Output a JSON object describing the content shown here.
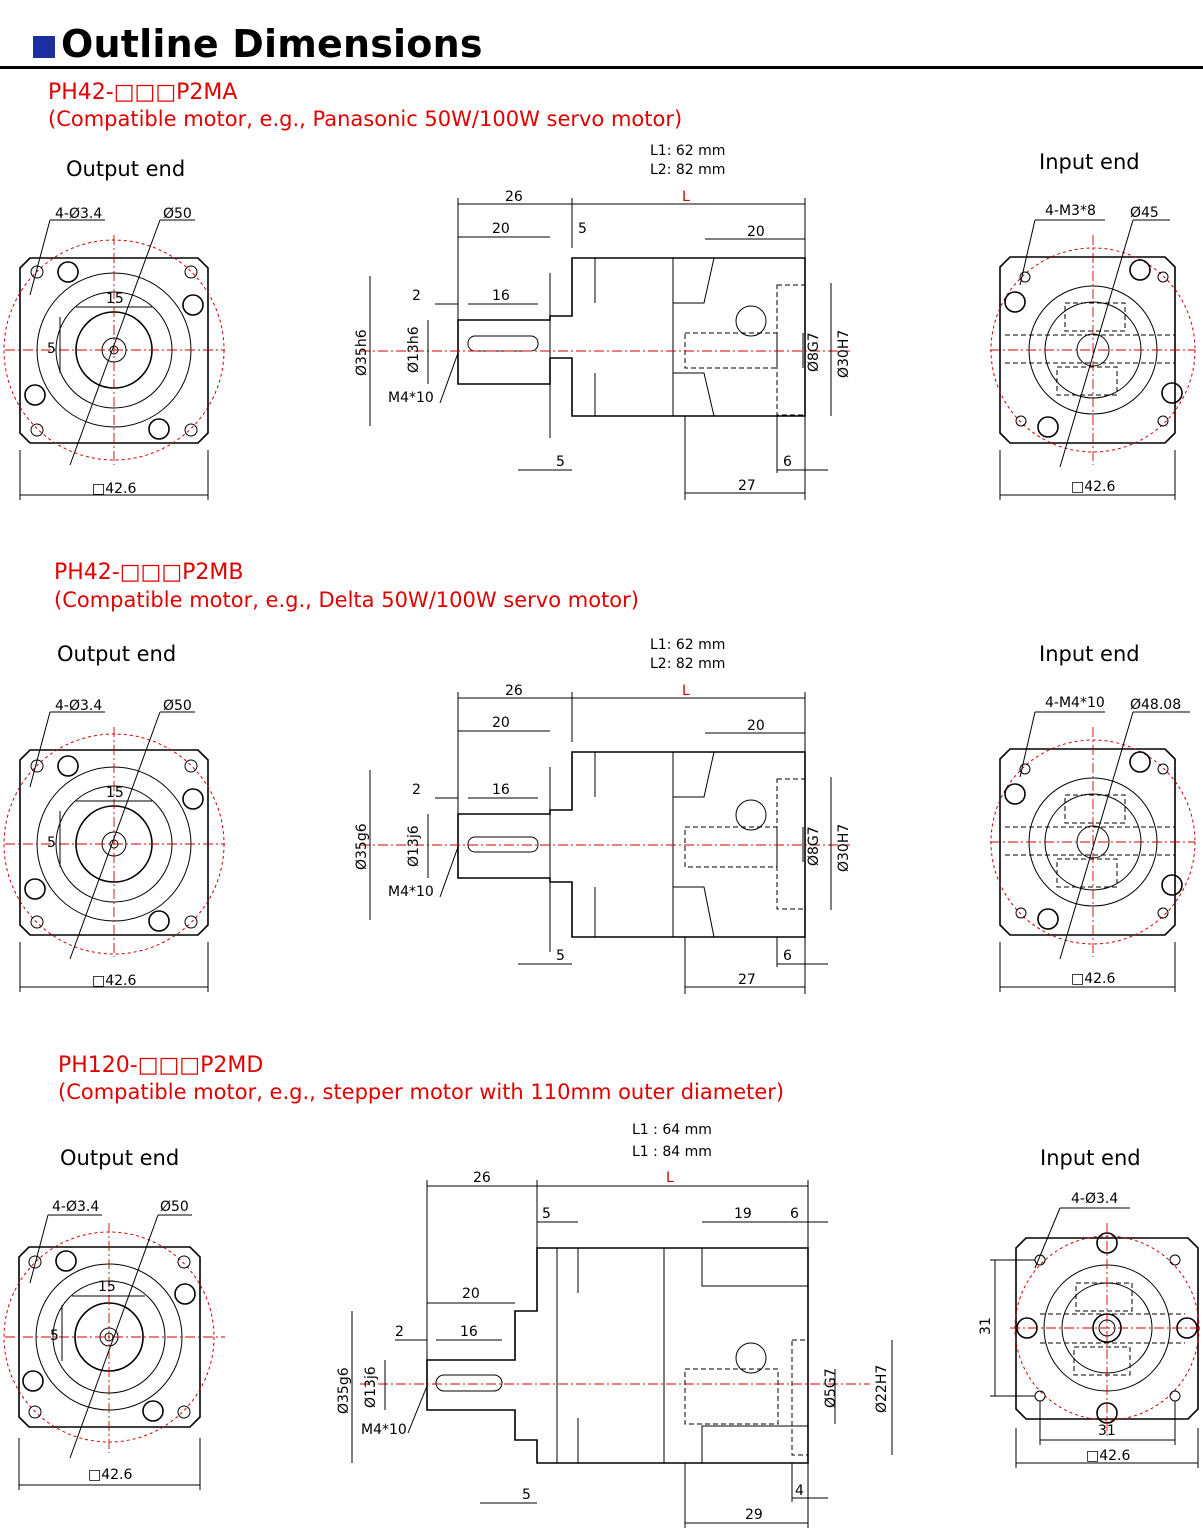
{
  "header": {
    "title": "Outline Dimensions",
    "accent_color": "#1c2fa0"
  },
  "sections": [
    {
      "model": "PH42-□□□P2MA",
      "compat": "(Compatible motor, e.g., Panasonic 50W/100W servo motor)",
      "output_label": "Output end",
      "input_label": "Input end",
      "out": {
        "holes": "4-Ø3.4",
        "pcd": "Ø50",
        "w15": "15",
        "h5": "5",
        "square": "□42.6"
      },
      "side": {
        "l1": "L1: 62 mm",
        "l2": "L2: 82 mm",
        "d26": "26",
        "dL": "L",
        "d20a": "20",
        "d5a": "5",
        "d20b": "20",
        "d2": "2",
        "d16": "16",
        "shaft": "Ø35h6",
        "key": "Ø13h6",
        "tap": "M4*10",
        "bore": "Ø8G7",
        "pilot": "Ø30H7",
        "d5b": "5",
        "d6": "6",
        "d27": "27"
      },
      "in": {
        "holes": "4-M3*8",
        "pcd": "Ø45",
        "square": "□42.6"
      }
    },
    {
      "model": "PH42-□□□P2MB",
      "compat": "(Compatible motor, e.g., Delta 50W/100W servo motor)",
      "output_label": "Output end",
      "input_label": "Input end",
      "out": {
        "holes": "4-Ø3.4",
        "pcd": "Ø50",
        "w15": "15",
        "h5": "5",
        "square": "□42.6"
      },
      "side": {
        "l1": "L1: 62 mm",
        "l2": "L2: 82 mm",
        "d26": "26",
        "dL": "L",
        "d20a": "20",
        "d5a": "",
        "d20b": "20",
        "d2": "2",
        "d16": "16",
        "shaft": "Ø35g6",
        "key": "Ø13j6",
        "tap": "M4*10",
        "bore": "Ø8G7",
        "pilot": "Ø30H7",
        "d5b": "5",
        "d6": "6",
        "d27": "27"
      },
      "in": {
        "holes": "4-M4*10",
        "pcd": "Ø48.08",
        "square": "□42.6"
      }
    },
    {
      "model": "PH120-□□□P2MD",
      "compat": "(Compatible motor, e.g., stepper motor with 110mm outer diameter)",
      "output_label": "Output end",
      "input_label": "Input end",
      "out": {
        "holes": "4-Ø3.4",
        "pcd": "Ø50",
        "w15": "15",
        "h5": "5",
        "square": "□42.6"
      },
      "side": {
        "l1": "L1 : 64  mm",
        "l2": "L1 : 84  mm",
        "d26": "26",
        "dL": "L",
        "d20a": "20",
        "d5a": "5",
        "d19": "19",
        "d6top": "6",
        "d2": "2",
        "d16": "16",
        "shaft": "Ø35g6",
        "key": "Ø13j6",
        "tap": "M4*10",
        "bore": "Ø5G7",
        "pilot": "Ø22H7",
        "d5b": "5",
        "d4": "4",
        "d29": "29"
      },
      "in": {
        "holes": "4-Ø3.4",
        "d31v": "31",
        "d31h": "31",
        "square": "□42.6"
      }
    }
  ]
}
